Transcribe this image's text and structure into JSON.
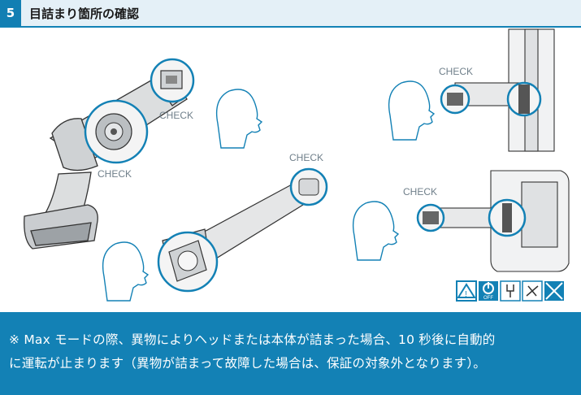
{
  "header": {
    "step_number": "5",
    "title": "目詰まり箇所の確認"
  },
  "illustration": {
    "check_labels": [
      "CHECK",
      "CHECK",
      "CHECK",
      "CHECK",
      "CHECK"
    ],
    "warning_icons": [
      "warning-triangle-icon",
      "power-off-icon",
      "unplug-icon",
      "no-disassemble-icon"
    ],
    "off_label": "OFF",
    "accent_color": "#1381b5"
  },
  "note": {
    "line1": "※ Max モードの際、異物によりヘッドまたは本体が詰まった場合、10 秒後に自動的",
    "line2": "に運転が止まります（異物が詰まって故障した場合は、保証の対象外となります）。"
  }
}
